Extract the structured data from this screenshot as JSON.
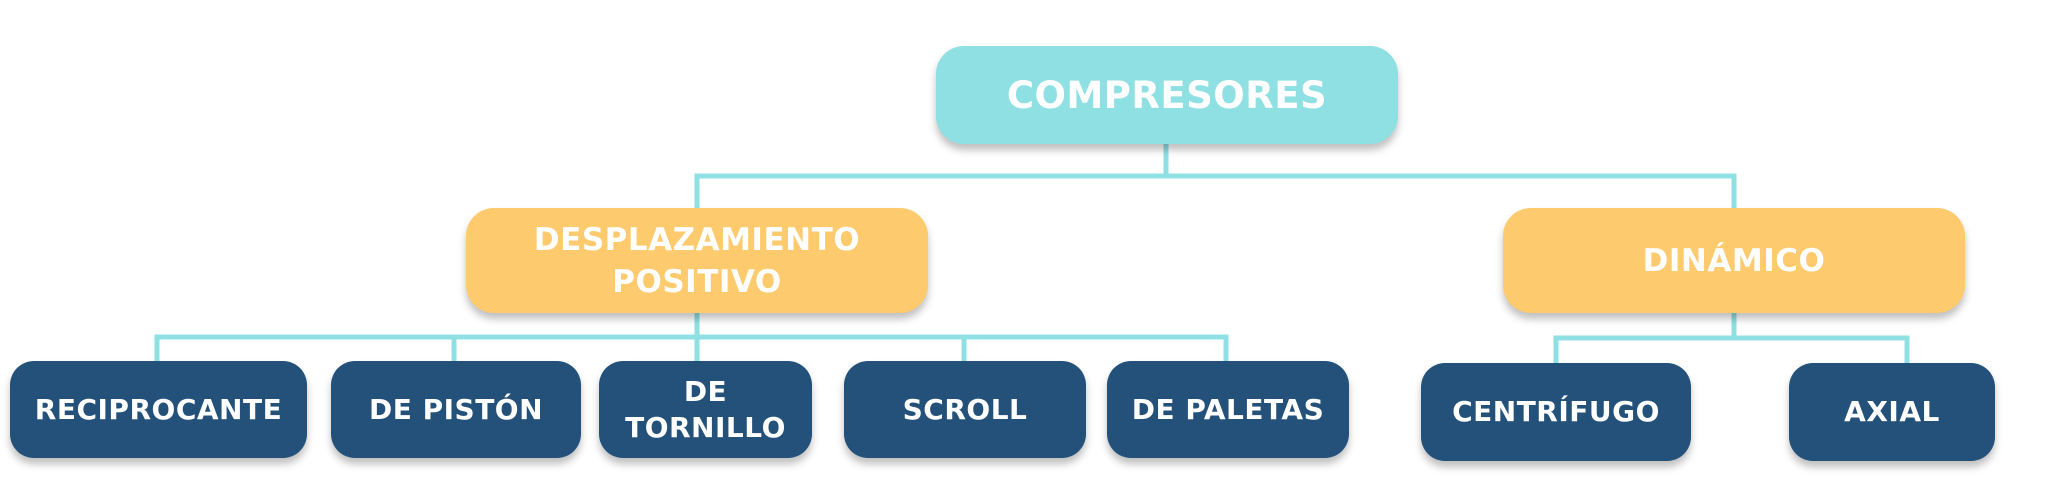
{
  "colors": {
    "root": "#8ee0e3",
    "category": "#fdca6e",
    "leaf": "#24517a",
    "connector": "#8ee0e3",
    "text": "#ffffff"
  },
  "diagram": {
    "root": {
      "label": "COMPRESORES"
    },
    "categories": [
      {
        "label": "DESPLAZAMIENTO\nPOSITIVO",
        "children": [
          {
            "label": "RECIPROCANTE"
          },
          {
            "label": "DE PISTÓN"
          },
          {
            "label": "DE\nTORNILLO"
          },
          {
            "label": "SCROLL"
          },
          {
            "label": "DE PALETAS"
          }
        ]
      },
      {
        "label": "DINÁMICO",
        "children": [
          {
            "label": "CENTRÍFUGO"
          },
          {
            "label": "AXIAL"
          }
        ]
      }
    ]
  }
}
